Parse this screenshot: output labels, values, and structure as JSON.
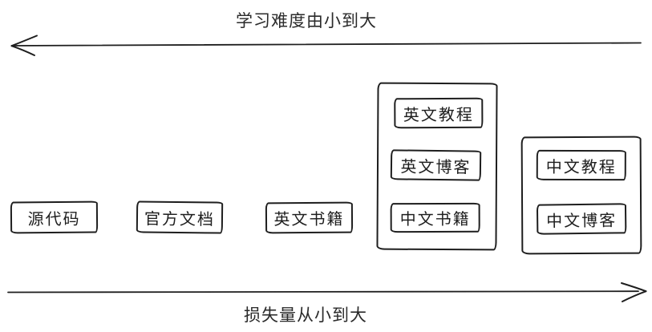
{
  "canvas": {
    "background_color": "#ffffff",
    "ink_color": "#1e1e1e"
  },
  "axes": {
    "top": {
      "label": "学习难度由小到大",
      "direction": "left",
      "icon": "arrow-left-icon"
    },
    "bottom": {
      "label": "损失量从小到大",
      "direction": "right",
      "icon": "arrow-right-icon"
    }
  },
  "nodes": [
    {
      "id": "source-code",
      "label": "源代码"
    },
    {
      "id": "official-docs",
      "label": "官方文档"
    },
    {
      "id": "english-books",
      "label": "英文书籍"
    }
  ],
  "groups": [
    {
      "id": "group-english-and-chinese-books",
      "items": [
        {
          "id": "english-tutorials",
          "label": "英文教程"
        },
        {
          "id": "english-blogs",
          "label": "英文博客"
        },
        {
          "id": "chinese-books",
          "label": "中文书籍"
        }
      ]
    },
    {
      "id": "group-chinese",
      "items": [
        {
          "id": "chinese-tutorials",
          "label": "中文教程"
        },
        {
          "id": "chinese-blogs",
          "label": "中文博客"
        }
      ]
    }
  ]
}
